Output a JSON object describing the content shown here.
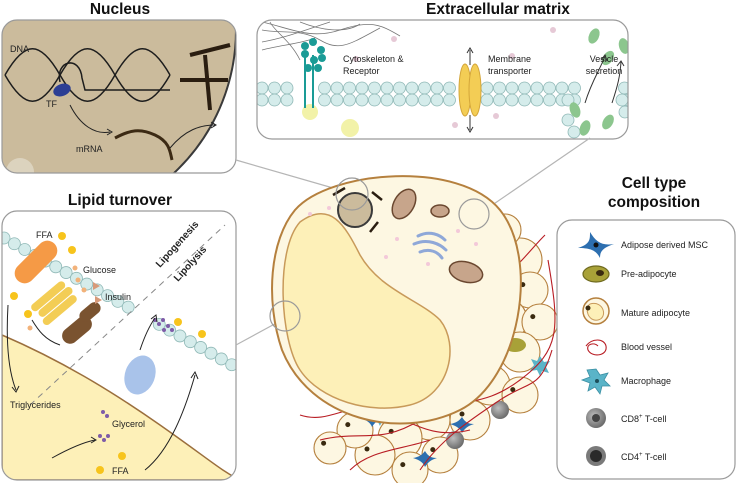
{
  "panels": {
    "nucleus": {
      "title": "Nucleus",
      "labels": {
        "dna": "DNA",
        "tf": "TF",
        "mrna": "mRNA"
      }
    },
    "ecm": {
      "title": "Extracellular matrix",
      "labels": {
        "cyto_line1": "Cytoskeleton &",
        "cyto_line2": "Receptor",
        "transporter_line1": "Membrane",
        "transporter_line2": "transporter",
        "vesicle_line1": "Vesicle",
        "vesicle_line2": "secretion"
      }
    },
    "lipid": {
      "title": "Lipid turnover",
      "labels": {
        "ffa_top": "FFA",
        "glucose": "Glucose",
        "insulin": "Insulin",
        "lipogenesis": "Lipogenesis",
        "lipolysis": "Lipolysis",
        "triglycerides": "Triglycerides",
        "glycerol": "Glycerol",
        "ffa_bottom": "FFA"
      }
    },
    "cell_types": {
      "title_line1": "Cell type",
      "title_line2": "composition",
      "items": [
        {
          "label": "Adipose derived MSC",
          "icon": "msc-icon",
          "sup": ""
        },
        {
          "label": "Pre-adipocyte",
          "icon": "preadipocyte-icon",
          "sup": ""
        },
        {
          "label": "Mature adipocyte",
          "icon": "mature-adipocyte-icon",
          "sup": ""
        },
        {
          "label": "Blood vessel",
          "icon": "blood-vessel-icon",
          "sup": ""
        },
        {
          "label": "Macrophage",
          "icon": "macrophage-icon",
          "sup": ""
        },
        {
          "label": "CD8",
          "icon": "cd8-tcell-icon",
          "sup": "+",
          "suffix": " T-cell"
        },
        {
          "label": "CD4",
          "icon": "cd4-tcell-icon",
          "sup": "+",
          "suffix": " T-cell"
        }
      ]
    }
  },
  "colors": {
    "nucleus_fill": "#cbbb9c",
    "lipid_droplet": "#fdf0b8",
    "cell_outline": "#b5803e",
    "membrane_bead": "#d5eceb",
    "receptor": "#1a9b96",
    "transporter": "#f3cd55",
    "vesicle": "#8cc68e",
    "ffa": "#f7c41c",
    "tf": "#2c3e94",
    "insulin_receptor": "#7a5330",
    "glycerol_cluster": "#7e5ca8",
    "macrophage": "#5ab4c8",
    "msc": "#2d6fb0",
    "preadipocyte": "#a8a138",
    "blood_vessel": "#b81d24"
  }
}
